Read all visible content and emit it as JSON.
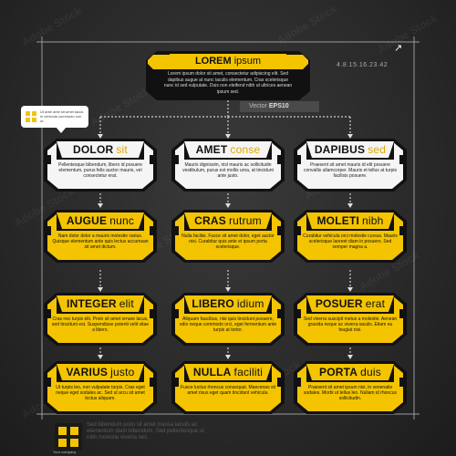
{
  "colors": {
    "accent": "#f4c400",
    "background": "#2a2a2a",
    "dark": "#111111",
    "light": "#f5f5f5"
  },
  "watermark": "Adobe Stock",
  "header": {
    "bold": "LOREM",
    "light": "ipsum",
    "text": "Lorem ipsum dolor sit amet, consectetur adipiscing elit. Sed dapibus augue at nunc iaculis elementum. Cras scelerisque nunc id sed vulputate. Duis non eleifend nibh ut ultrices aenean ipsum sed."
  },
  "version": "4.8.15.16.23.42",
  "vector": {
    "prefix": "Vector",
    "bold": "EPS10"
  },
  "bubble": {
    "text": "Ut ante ante sit amet lacus in vehicula commodo non ut."
  },
  "nodes": [
    {
      "id": "dolor",
      "bold": "DOLOR",
      "light": "sit",
      "style": "white",
      "text": "Pellentesque bibendum, libero id posuere elementum, purus felis auctor mauris, vel consectetur erat."
    },
    {
      "id": "amet",
      "bold": "AMET",
      "light": "conse",
      "style": "white",
      "text": "Mauris dignissim, nisl mauris ac sollicitudin vestibulum, purus est mollis urna, at tincidunt ante justo."
    },
    {
      "id": "dapibus",
      "bold": "DAPIBUS",
      "light": "sed",
      "style": "white",
      "text": "Praesent sit amet mauris id elit posuere convallis ullamcorper. Mauris et tellus at turpis facilisis posuere."
    },
    {
      "id": "augue",
      "bold": "AUGUE",
      "light": "nunc",
      "style": "yellow",
      "text": "Nam dolor dolor a mauris molestie varius. Quisque elementum ante quis lectus accumsan sit amet dictum."
    },
    {
      "id": "cras",
      "bold": "CRAS",
      "light": "rutrum",
      "style": "yellow",
      "text": "Nulla facilisi. Fusce sit amet dolor, eget auctor nisi. Curabitur quis ante et ipsum porta scelerisque."
    },
    {
      "id": "moleti",
      "bold": "MOLETI",
      "light": "nibh",
      "style": "yellow",
      "text": "Curabitur vehicula orci molestie cursus. Mauris scelerisque laoreet diam in posuere. Sed semper magna a."
    },
    {
      "id": "integer",
      "bold": "INTEGER",
      "light": "elit",
      "style": "yellow",
      "text": "Cras nec turpis elit. Proin sit amet ornare lacus, sed tincidunt est. Suspendisse potenti velit vitae a libero."
    },
    {
      "id": "libero",
      "bold": "LIBERO",
      "light": "idium",
      "style": "yellow",
      "text": "Aliquam faucibus, nisi quis tincidunt posuere, odio neque commodo orci, eget fermentum ante turpis at tortor."
    },
    {
      "id": "posuer",
      "bold": "POSUER",
      "light": "erat",
      "style": "yellow",
      "text": "Sed viverra suscipit metus a molestie. Aenean gravida neque ac viverra iaculis. Etiam eu feugiat nisi."
    },
    {
      "id": "varius",
      "bold": "VARIUS",
      "light": "justo",
      "style": "yellow",
      "text": "Ut turpis leo, non vulputate turpis. Cras eget neque eget sodales ac. Sed ut arcu sit amet lectus aliquam."
    },
    {
      "id": "nulla",
      "bold": "NULLA",
      "light": "faciliti",
      "style": "yellow",
      "text": "Fusce luctus rhoncus consequat. Maecenas sit amet risus eget quam tincidunt vehicula."
    },
    {
      "id": "porta",
      "bold": "PORTA",
      "light": "duis",
      "style": "yellow",
      "text": "Praesent sit amet ipsum nisi, in venenatis sodales. Morbi ut tellus leo. Nullam id rhoncus sollicitudin."
    }
  ],
  "footer": {
    "logo_caption": "Your company",
    "text": "Sed bibendum justo sit amet massa iaculis ac elementum diam bibendum. Sed pellentesque ut nibh molestie viverra nec."
  }
}
